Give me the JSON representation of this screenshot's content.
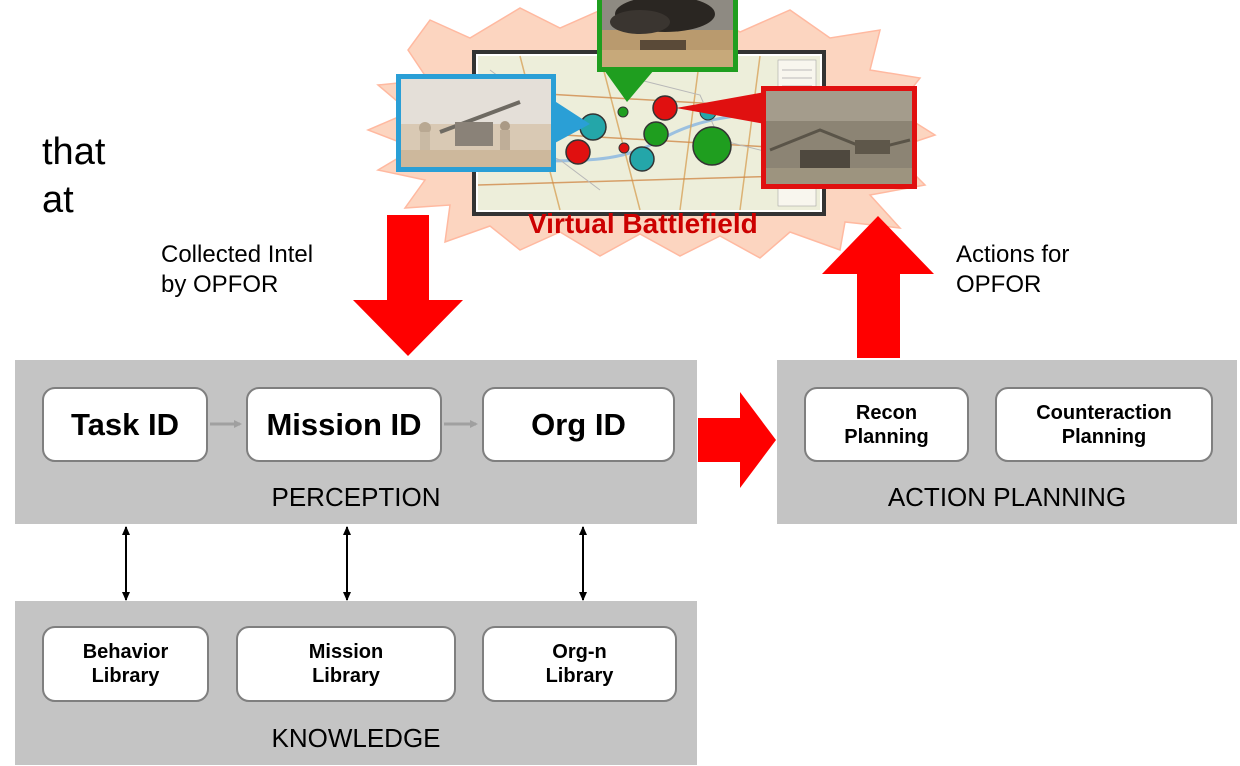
{
  "cut_text": {
    "line1": "that",
    "line2": "at"
  },
  "battlefield": {
    "label": "Virtual Battlefield",
    "blob_color": "#fcd5c0",
    "team_colors": {
      "blue": "#2a9fd6",
      "green": "#1f9e1f",
      "red": "#e01010"
    }
  },
  "captions": {
    "collected_intel": "Collected Intel\nby OPFOR",
    "actions": "Actions for\nOPFOR"
  },
  "perception": {
    "label": "PERCEPTION",
    "task_id": "Task ID",
    "mission_id": "Mission ID",
    "org_id": "Org ID"
  },
  "action_planning": {
    "label": "ACTION PLANNING",
    "recon": "Recon\nPlanning",
    "counteraction": "Counteraction\nPlanning"
  },
  "knowledge": {
    "label": "KNOWLEDGE",
    "behavior": "Behavior\nLibrary",
    "mission": "Mission\nLibrary",
    "org": "Org-n\nLibrary"
  },
  "colors": {
    "arrow_red": "#ff0000",
    "panel_gray": "#c4c4c4",
    "box_border": "#7f7f7f"
  }
}
